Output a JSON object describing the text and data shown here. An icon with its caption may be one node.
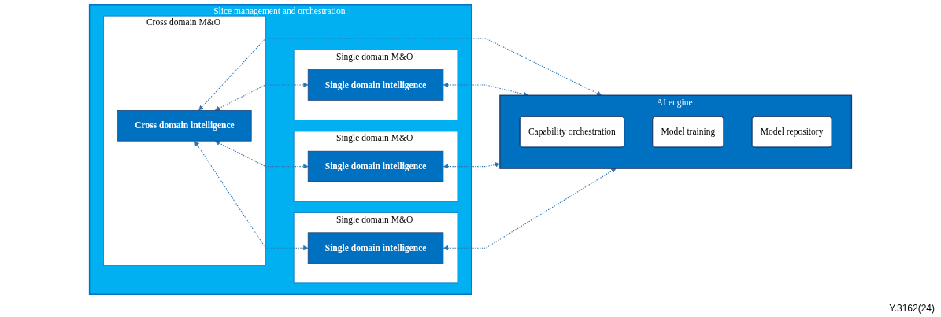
{
  "diagram": {
    "nodes": [
      {
        "text": [
          "Slice management and orchestration"
        ]
      },
      {
        "text": [
          "Cross domain M&O"
        ],
        "in": 0
      },
      {
        "text": [
          "Cross domain intelligence"
        ],
        "in": 1
      },
      {
        "text": [
          "Single domain M&O"
        ],
        "in": 0
      },
      {
        "text": [
          "Single domain intelligence"
        ],
        "in": 3
      },
      {
        "text": [
          "Single domain M&O"
        ],
        "in": 0
      },
      {
        "text": [
          "Single domain intelligence"
        ],
        "in": 5
      },
      {
        "text": [
          "Single domain M&O"
        ],
        "in": 0
      },
      {
        "text": [
          "Single domain intelligence"
        ],
        "in": 7
      },
      {
        "text": [
          "AI engine"
        ]
      },
      {
        "text": [
          "Capability orchestration"
        ],
        "in": 9
      },
      {
        "text": [
          "Model training"
        ],
        "in": 9
      },
      {
        "text": [
          "Model repository"
        ],
        "in": 9
      }
    ],
    "edges": [
      {
        "from": 2,
        "to": 9,
        "arrow": "both",
        "style": "dashed"
      },
      {
        "from": 2,
        "to": 4,
        "arrow": "both",
        "style": "dashed"
      },
      {
        "from": 2,
        "to": 6,
        "arrow": "both",
        "style": "dashed"
      },
      {
        "from": 2,
        "to": 8,
        "arrow": "both",
        "style": "dashed"
      },
      {
        "from": 4,
        "to": 9,
        "arrow": "both",
        "style": "dashed"
      },
      {
        "from": 6,
        "to": 9,
        "arrow": "both",
        "style": "dashed"
      },
      {
        "from": 8,
        "to": 9,
        "arrow": "both",
        "style": "dashed"
      }
    ],
    "labels": [
      "Y.3162(24)"
    ]
  }
}
